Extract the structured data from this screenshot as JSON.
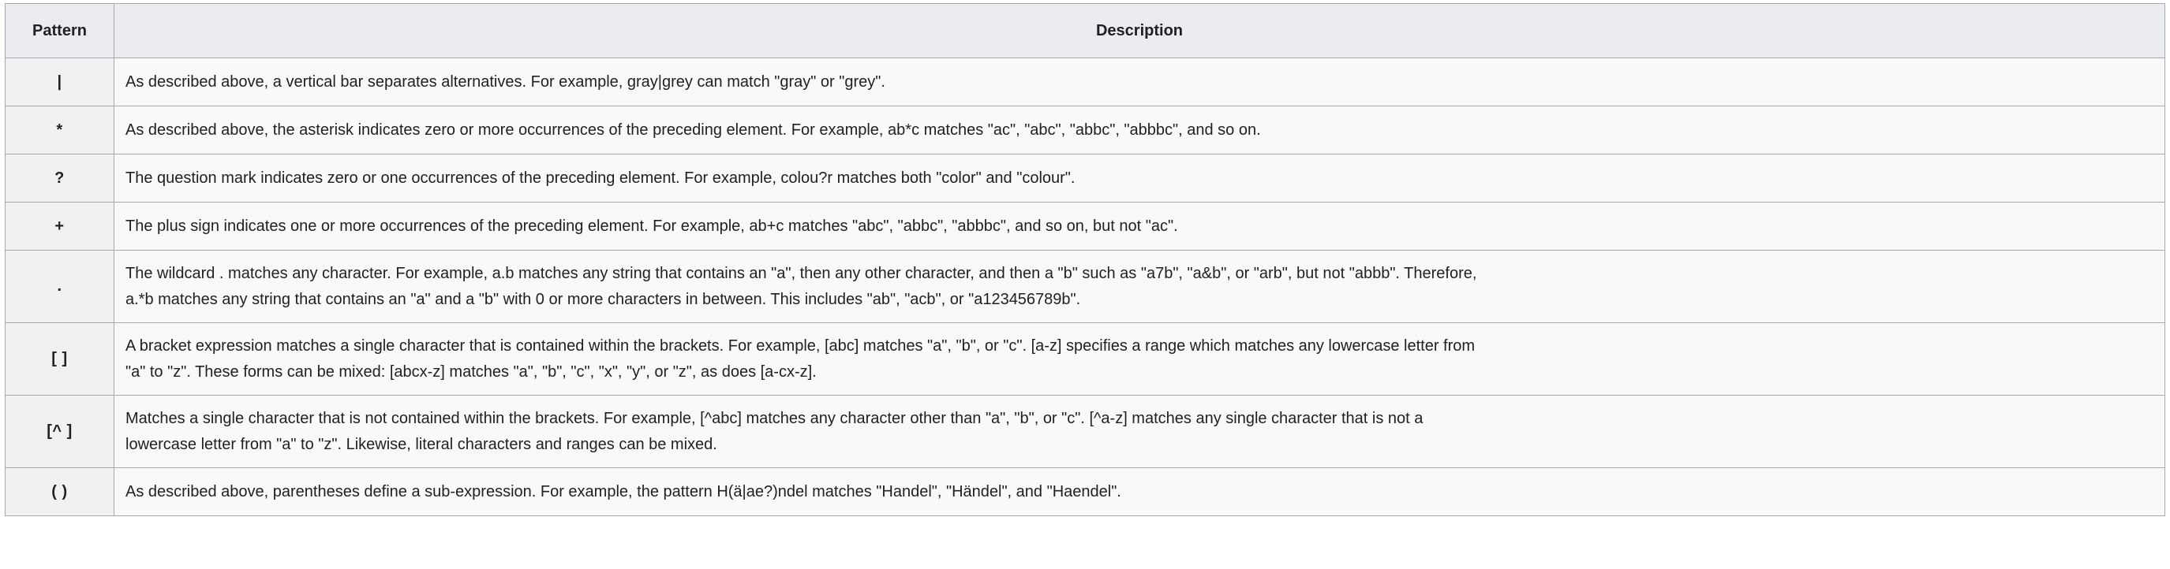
{
  "table": {
    "headers": {
      "pattern": "Pattern",
      "description": "Description"
    },
    "rows": [
      {
        "pattern": "|",
        "lines": [
          "As described above, a vertical bar separates alternatives. For example, gray|grey can match \"gray\" or \"grey\"."
        ]
      },
      {
        "pattern": "*",
        "lines": [
          "As described above, the asterisk indicates zero or more occurrences of the preceding element. For example, ab*c matches \"ac\", \"abc\", \"abbc\", \"abbbc\", and so on."
        ]
      },
      {
        "pattern": "?",
        "lines": [
          "The question mark indicates zero or one occurrences of the preceding element. For example, colou?r matches both \"color\" and \"colour\"."
        ]
      },
      {
        "pattern": "+",
        "lines": [
          "The plus sign indicates one or more occurrences of the preceding element. For example, ab+c matches \"abc\", \"abbc\", \"abbbc\", and so on, but not \"ac\"."
        ]
      },
      {
        "pattern": ".",
        "lines": [
          "The wildcard . matches any character. For example, a.b matches any string that contains an \"a\", then any other character, and then a \"b\" such as \"a7b\", \"a&b\", or \"arb\", but not \"abbb\". Therefore,",
          "a.*b matches any string that contains an \"a\" and a \"b\" with 0 or more characters in between. This includes \"ab\", \"acb\", or \"a123456789b\"."
        ]
      },
      {
        "pattern": "[ ]",
        "lines": [
          "A bracket expression matches a single character that is contained within the brackets. For example, [abc] matches \"a\", \"b\", or \"c\". [a-z] specifies a range which matches any lowercase letter from",
          "\"a\" to \"z\". These forms can be mixed: [abcx-z] matches \"a\", \"b\", \"c\", \"x\", \"y\", or \"z\", as does [a-cx-z]."
        ]
      },
      {
        "pattern": "[^ ]",
        "lines": [
          "Matches a single character that is not contained within the brackets. For example, [^abc] matches any character other than \"a\", \"b\", or \"c\". [^a-z] matches any single character that is not a",
          "lowercase letter from \"a\" to \"z\". Likewise, literal characters and ranges can be mixed."
        ]
      },
      {
        "pattern": "( )",
        "lines": [
          "As described above, parentheses define a sub-expression. For example, the pattern H(ä|ae?)ndel matches \"Handel\", \"Händel\", and \"Haendel\"."
        ]
      }
    ]
  },
  "colors": {
    "header_bg": "#eaecf0",
    "pattern_bg": "#eff1f3",
    "desc_bg": "#f9f9f9",
    "border": "#a2a9b1",
    "text": "#202122"
  }
}
